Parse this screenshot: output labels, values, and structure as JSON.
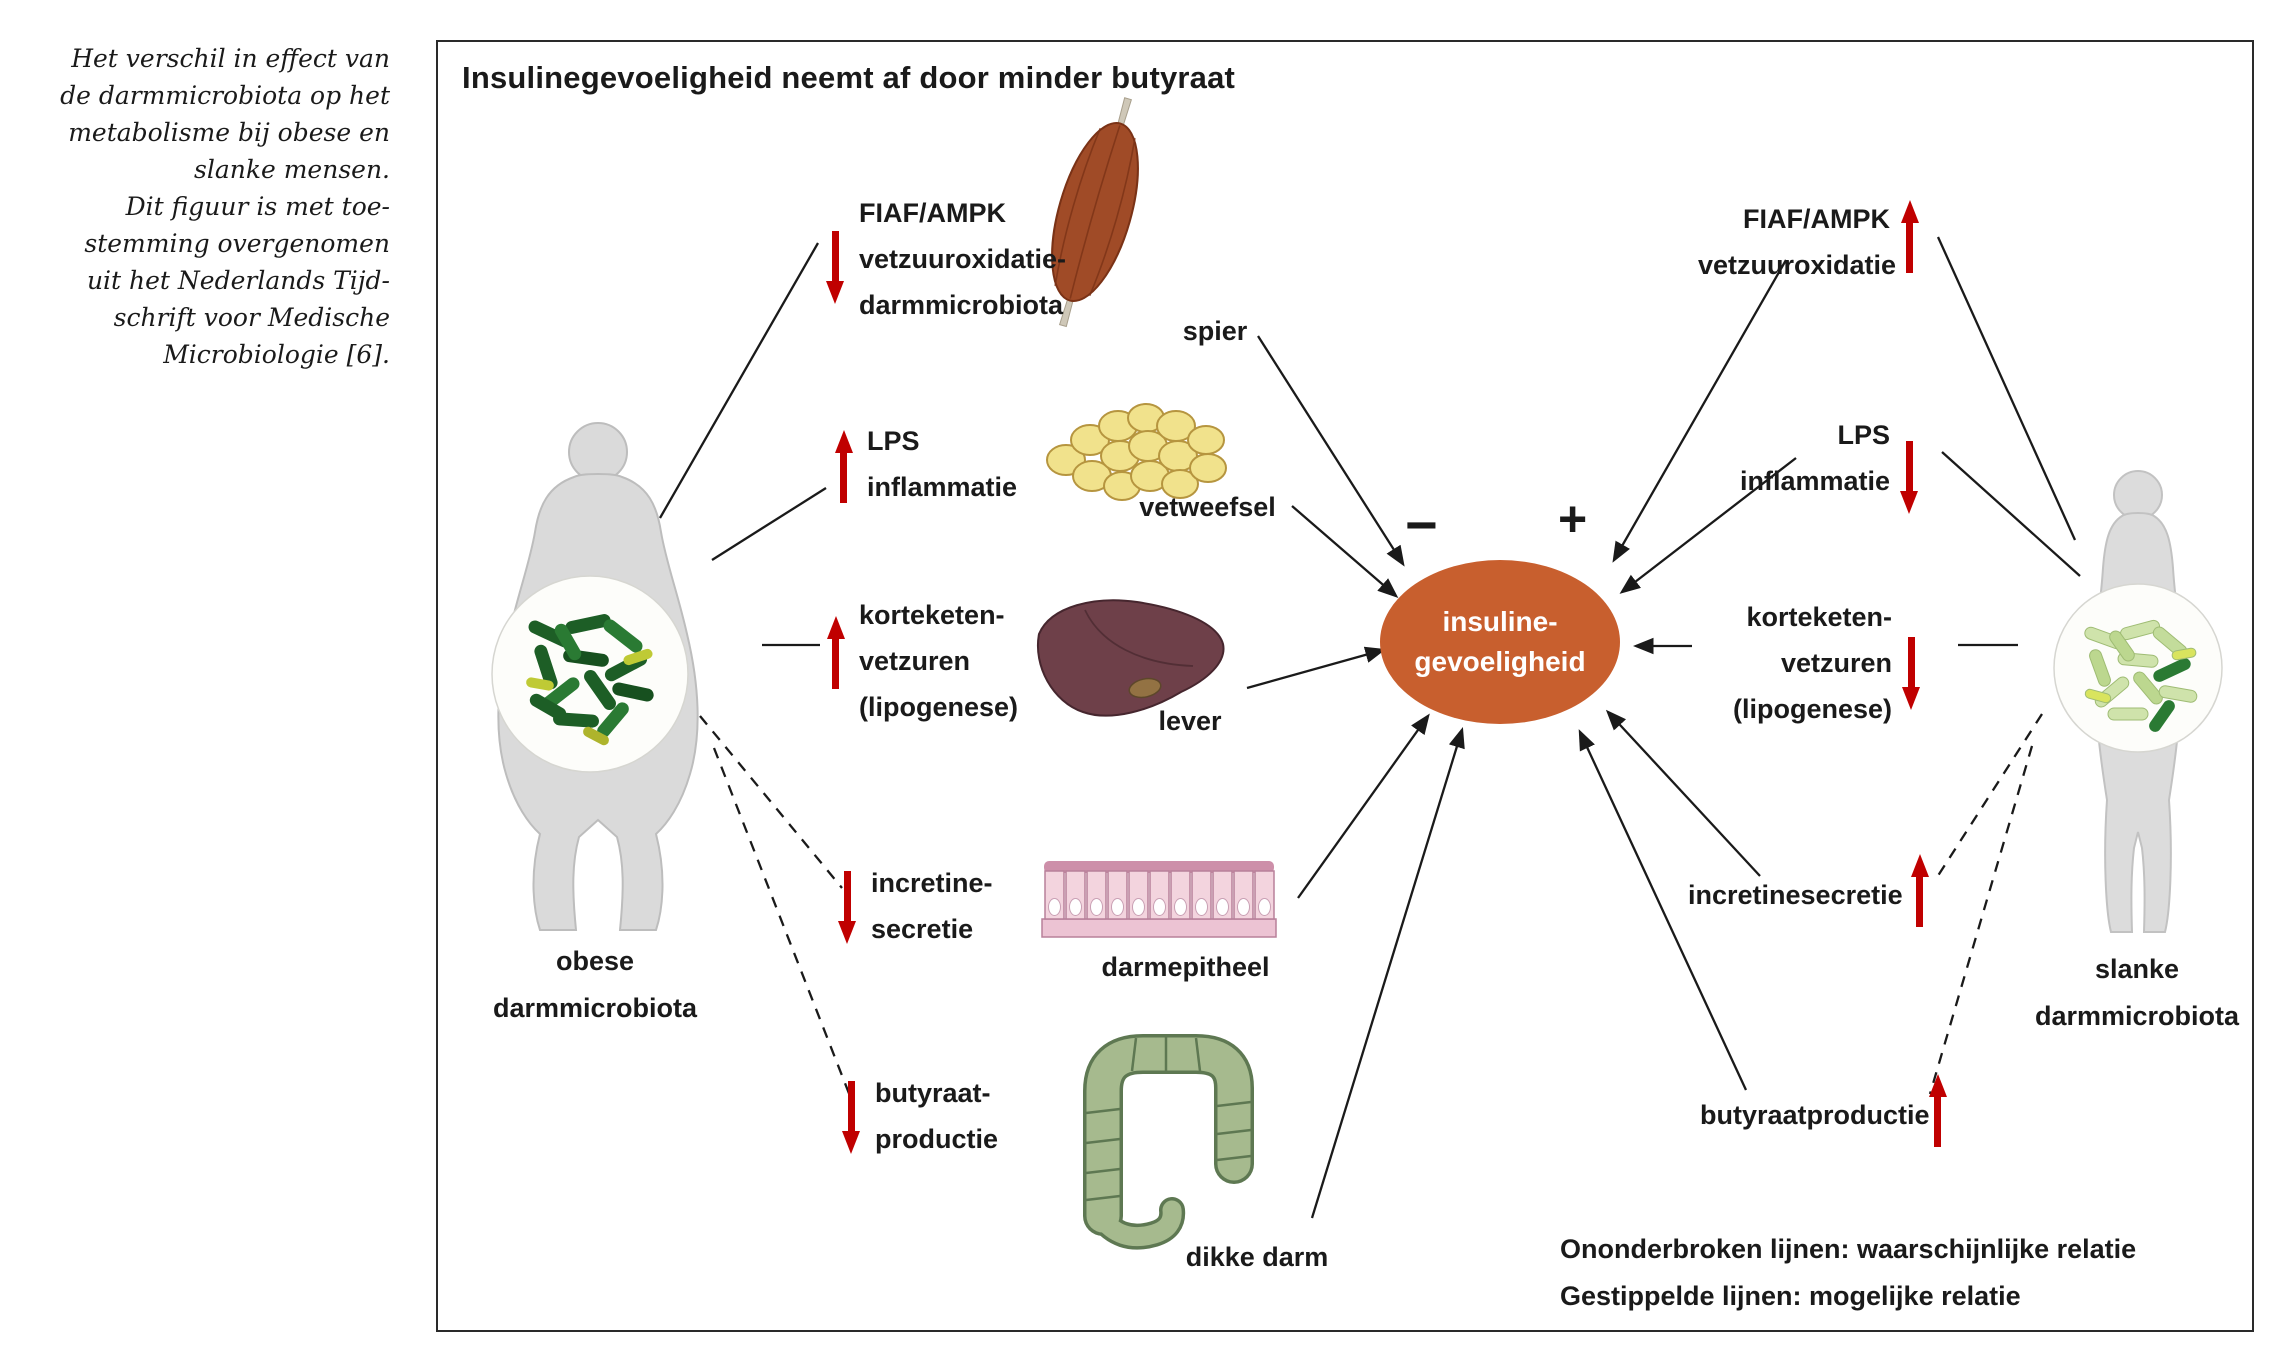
{
  "caption": {
    "lines": [
      "Het verschil in effect van",
      "de darmmicrobiota op het",
      "metabolisme bij obese en",
      "slanke mensen.",
      "Dit figuur is met toe-",
      "stemming overgenomen",
      "uit het Nederlands Tijd-",
      "schrift voor Medische",
      "Microbiologie [6]."
    ]
  },
  "diagram": {
    "title": "Insulinegevoeligheid neemt af door minder butyraat",
    "arrow_color": "#c00000",
    "line_color": "#1a1a1a",
    "center": {
      "line1": "insuline-",
      "line2": "gevoeligheid",
      "color": "#c85f2e",
      "minus": "−",
      "plus": "+"
    },
    "left_figure": {
      "label_line1": "obese",
      "label_line2": "darmmicrobiota"
    },
    "right_figure": {
      "label_line1": "slanke",
      "label_line2": "darmmicrobiota"
    },
    "left_factors": [
      {
        "lines": [
          "FIAF/AMPK",
          "vetzuuroxidatie-",
          "darmmicrobiota"
        ],
        "direction": "down"
      },
      {
        "lines": [
          "LPS",
          "inflammatie"
        ],
        "direction": "up"
      },
      {
        "lines": [
          "korteketen-",
          "vetzuren",
          "(lipogenese)"
        ],
        "direction": "up"
      },
      {
        "lines": [
          "incretine-",
          "secretie"
        ],
        "direction": "down"
      },
      {
        "lines": [
          "butyraat-",
          "productie"
        ],
        "direction": "down"
      }
    ],
    "right_factors": [
      {
        "lines": [
          "FIAF/AMPK",
          "vetzuuroxidatie"
        ],
        "direction": "up"
      },
      {
        "lines": [
          "LPS",
          "inflammatie"
        ],
        "direction": "down"
      },
      {
        "lines": [
          "korteketen-",
          "vetzuren",
          "(lipogenese)"
        ],
        "direction": "down"
      },
      {
        "lines": [
          "incretinesecretie"
        ],
        "direction": "up"
      },
      {
        "lines": [
          "butyraatproductie"
        ],
        "direction": "up"
      }
    ],
    "organs": [
      {
        "label": "spier"
      },
      {
        "label": "vetweefsel"
      },
      {
        "label": "lever"
      },
      {
        "label": "darmepitheel"
      },
      {
        "label": "dikke darm"
      }
    ],
    "legend": {
      "line1": "Ononderbroken lijnen: waarschijnlijke relatie",
      "line2": "Gestippelde lijnen: mogelijke relatie"
    }
  }
}
